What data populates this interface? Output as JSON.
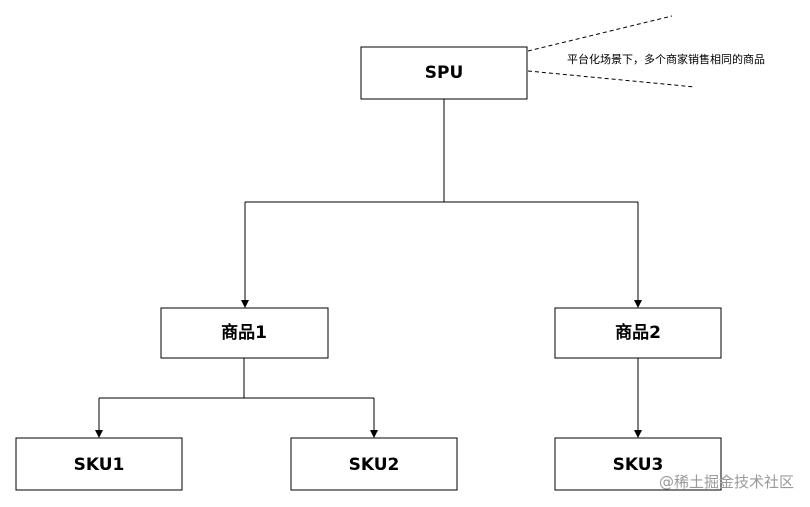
{
  "diagram": {
    "nodes": {
      "spu": "SPU",
      "product1": "商品1",
      "product2": "商品2",
      "sku1": "SKU1",
      "sku2": "SKU2",
      "sku3": "SKU3"
    },
    "annotation": "平台化场景下，多个商家销售相同的商品",
    "watermark": "@稀土掘金技术社区"
  },
  "colors": {
    "stroke": "#000000",
    "background": "#ffffff",
    "watermark": "#9a9a9a"
  }
}
